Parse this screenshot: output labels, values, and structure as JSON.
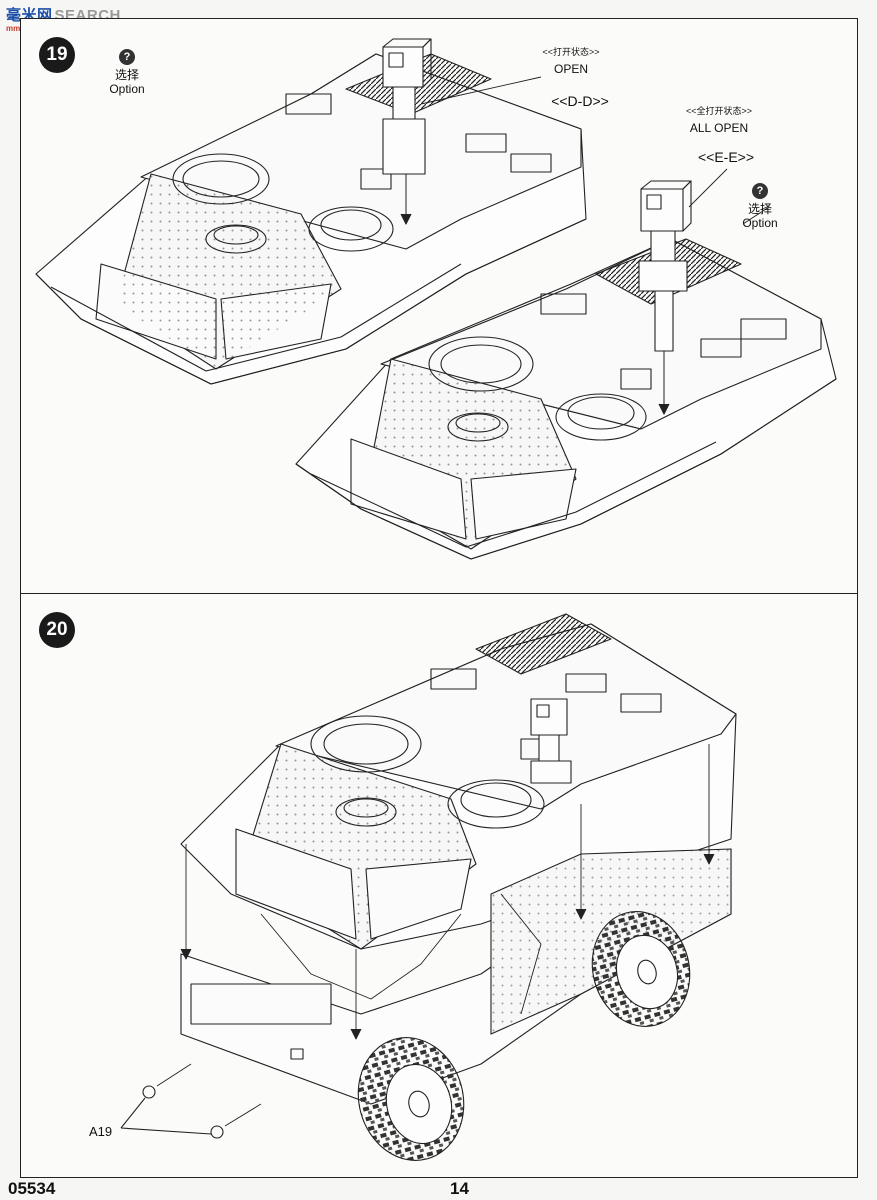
{
  "watermark": {
    "cn": "毫米网",
    "en": "SEARCH",
    "sub": "mm-shou.com"
  },
  "steps": [
    {
      "number": "19",
      "option": {
        "icon": "question-icon",
        "cn": "选择",
        "en": "Option"
      },
      "view_a": {
        "state_cn": "<<打开状态>>",
        "state_en": "OPEN",
        "callout": "<<D-D>>"
      },
      "view_b": {
        "state_cn": "<<全打开状态>>",
        "state_en": "ALL OPEN",
        "callout": "<<E-E>>",
        "option": {
          "icon": "question-icon",
          "cn": "选择",
          "en": "Option"
        }
      }
    },
    {
      "number": "20",
      "part": "A19"
    }
  ],
  "footer": {
    "kit_number": "05534",
    "page_number": "14"
  }
}
